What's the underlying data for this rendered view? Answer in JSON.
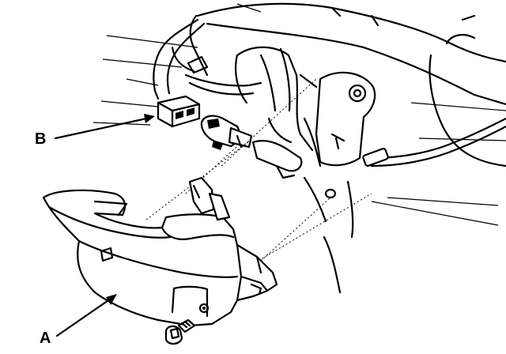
{
  "diagram": {
    "callouts": [
      {
        "id": "A",
        "label": "A"
      },
      {
        "id": "B",
        "label": "B"
      }
    ],
    "colors": {
      "ink": "#000000",
      "paper": "#ffffff"
    }
  }
}
